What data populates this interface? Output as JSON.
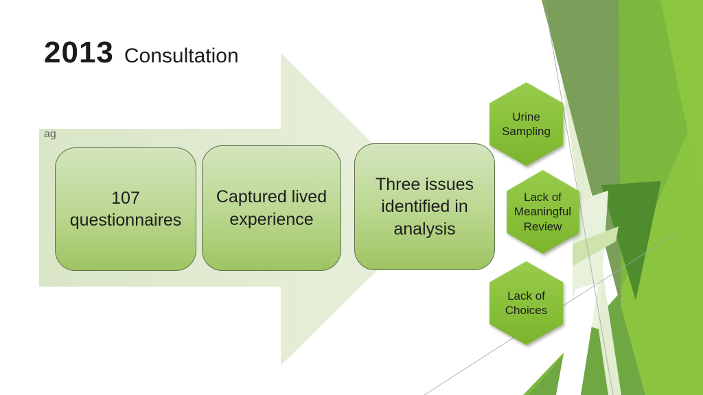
{
  "title": {
    "year": "2013",
    "label": "Consultation"
  },
  "watermark": "ag",
  "process_arrow": {
    "steps": [
      {
        "lines": [
          "107",
          "questionnaires"
        ]
      },
      {
        "lines": [
          "Captured lived",
          "experience"
        ]
      },
      {
        "lines": [
          "Three issues",
          "identified in",
          "analysis"
        ]
      }
    ]
  },
  "issue_hexagons": [
    {
      "lines": [
        "Urine",
        "Sampling"
      ]
    },
    {
      "lines": [
        "Lack of",
        "Meaningful",
        "Review"
      ]
    },
    {
      "lines": [
        "Lack of",
        "Choices"
      ]
    }
  ],
  "palette": {
    "arrow_fill_left": "#d9e6c6",
    "arrow_fill_right": "#e9f0de",
    "box_gradient_top": "#d3e5bd",
    "box_gradient_bottom": "#9fc462",
    "box_border": "#5f6e49",
    "hexagon_green": "#8cc63f",
    "decoration_bright_green": "#7cb83e",
    "decoration_light_green": "#8cc63f",
    "decoration_sage_green": "#7b9f5b",
    "decoration_forest_green": "#4f8c2d",
    "decoration_medium_green": "#6fa843",
    "decoration_pale_green": "#e3edd2",
    "thin_line_gray": "#9fa89d",
    "text_dark": "#1d1d1d",
    "watermark_gray": "#5f6360"
  }
}
